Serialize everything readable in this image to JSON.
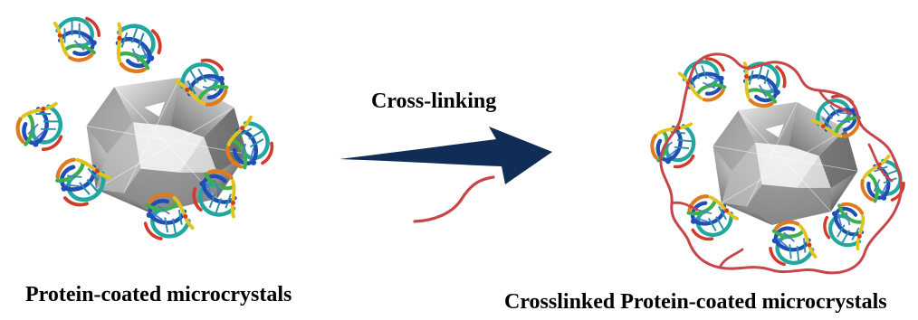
{
  "step_label": "Cross-linking",
  "left_panel": {
    "caption": "Protein-coated microcrystals"
  },
  "right_panel": {
    "caption": "Crosslinked Protein-coated microcrystals"
  },
  "colors": {
    "arrow": "#0f2d55",
    "crosslinker": "#c8454a",
    "caption_text": "#000000",
    "protein_palette": [
      "#1f4fb5",
      "#1fa7a0",
      "#3cb04a",
      "#e2c31e",
      "#e07a1c",
      "#d33a2a"
    ]
  }
}
